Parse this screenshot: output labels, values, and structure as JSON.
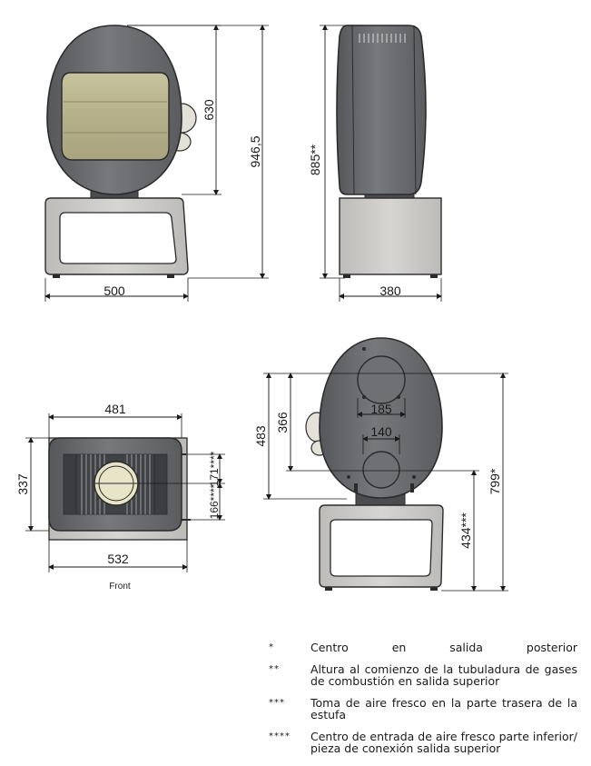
{
  "views": {
    "front": {
      "height_upper": "630",
      "height_total": "946,5",
      "width": "500"
    },
    "side": {
      "height": "885**",
      "depth": "380"
    },
    "top": {
      "width": "481",
      "depth": "337",
      "width_base": "532",
      "offset_upper": "171****",
      "offset_lower": "166****",
      "label": "Front"
    },
    "rear": {
      "height_total": "483",
      "height_upper": "366",
      "outlet_spacing": "185",
      "inlet_diameter": "140",
      "inlet_height": "434***",
      "centre_height": "799*"
    }
  },
  "notes": [
    {
      "mark": "*",
      "text": "Centro en salida posterior"
    },
    {
      "mark": "**",
      "text": "Altura al comienzo de la tubuladura de gases de combustión en salida superior"
    },
    {
      "mark": "***",
      "text": "Toma de aire fresco en la parte trasera de la estufa"
    },
    {
      "mark": "****",
      "text": "Centro de entrada de aire fresco parte inferior/ pieza de conexión salida superior"
    }
  ],
  "colors": {
    "body_dark": "#6b6d70",
    "body_edge": "#2b2b2b",
    "base_grey": "#c9c8c5",
    "glass": "#b7b48f",
    "line": "#1a1a1a"
  }
}
